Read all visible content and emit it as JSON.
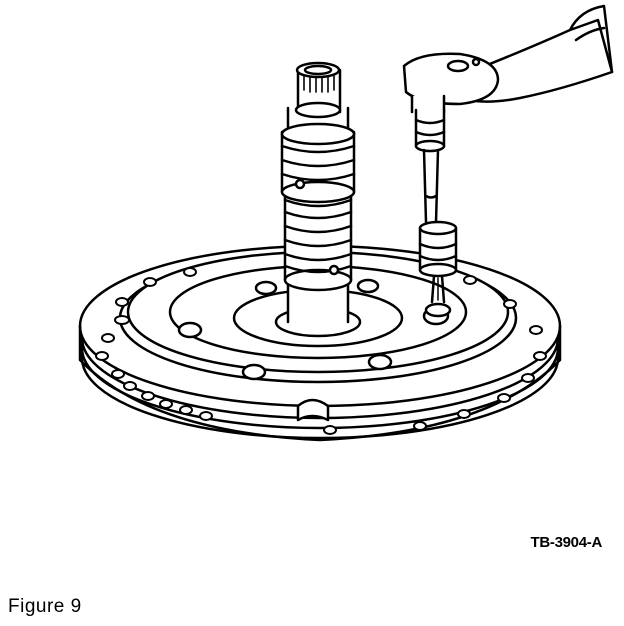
{
  "figure": {
    "reference_code": "TB-3904-A",
    "caption": "Figure 9"
  },
  "illustration": {
    "subject": "ratchet-on-pump-body-bolt",
    "stroke_color": "#000000",
    "fill_color": "#ffffff"
  }
}
